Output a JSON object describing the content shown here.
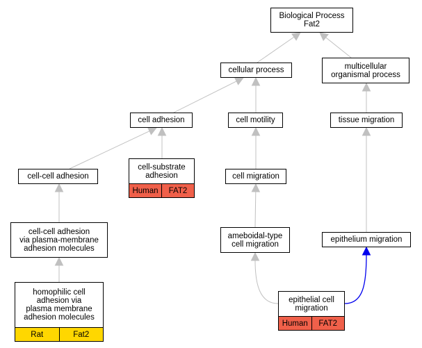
{
  "colors": {
    "edge": "#c0c0c0",
    "highlight_edge": "#0000ee",
    "human_annotation": "#f0604a",
    "rat_annotation": "#ffd700"
  },
  "nodes": {
    "biological_process": {
      "label": "Biological Process\nFat2"
    },
    "cellular_process": {
      "label": "cellular process"
    },
    "multicellular_organismal_process": {
      "label": "multicellular\norganismal process"
    },
    "cell_adhesion": {
      "label": "cell adhesion"
    },
    "cell_motility": {
      "label": "cell motility"
    },
    "tissue_migration": {
      "label": "tissue migration"
    },
    "cell_cell_adhesion": {
      "label": "cell-cell adhesion"
    },
    "cell_substrate_adhesion": {
      "label": "cell-substrate\nadhesion",
      "annotation": {
        "species": "Human",
        "gene": "FAT2"
      }
    },
    "cell_migration": {
      "label": "cell migration"
    },
    "cell_cell_adhesion_pm": {
      "label": "cell-cell adhesion\nvia plasma-membrane\nadhesion molecules"
    },
    "ameboidal_type_cell_migration": {
      "label": "ameboidal-type\ncell migration"
    },
    "epithelium_migration": {
      "label": "epithelium migration"
    },
    "homophilic_cell_adhesion": {
      "label": "homophilic cell\nadhesion via\nplasma membrane\nadhesion molecules",
      "annotation": {
        "species": "Rat",
        "gene": "Fat2"
      }
    },
    "epithelial_cell_migration": {
      "label": "epithelial cell\nmigration",
      "annotation": {
        "species": "Human",
        "gene": "FAT2"
      }
    }
  },
  "edges": [
    {
      "from": "cellular_process",
      "to": "biological_process"
    },
    {
      "from": "multicellular_organismal_process",
      "to": "biological_process"
    },
    {
      "from": "cell_adhesion",
      "to": "cellular_process"
    },
    {
      "from": "cell_motility",
      "to": "cellular_process"
    },
    {
      "from": "tissue_migration",
      "to": "multicellular_organismal_process"
    },
    {
      "from": "cell_cell_adhesion",
      "to": "cell_adhesion"
    },
    {
      "from": "cell_substrate_adhesion",
      "to": "cell_adhesion"
    },
    {
      "from": "cell_migration",
      "to": "cell_motility"
    },
    {
      "from": "epithelium_migration",
      "to": "tissue_migration"
    },
    {
      "from": "cell_cell_adhesion_pm",
      "to": "cell_cell_adhesion"
    },
    {
      "from": "ameboidal_type_cell_migration",
      "to": "cell_migration"
    },
    {
      "from": "homophilic_cell_adhesion",
      "to": "cell_cell_adhesion_pm"
    },
    {
      "from": "epithelial_cell_migration",
      "to": "ameboidal_type_cell_migration"
    },
    {
      "from": "epithelial_cell_migration",
      "to": "epithelium_migration",
      "highlight": true
    }
  ]
}
